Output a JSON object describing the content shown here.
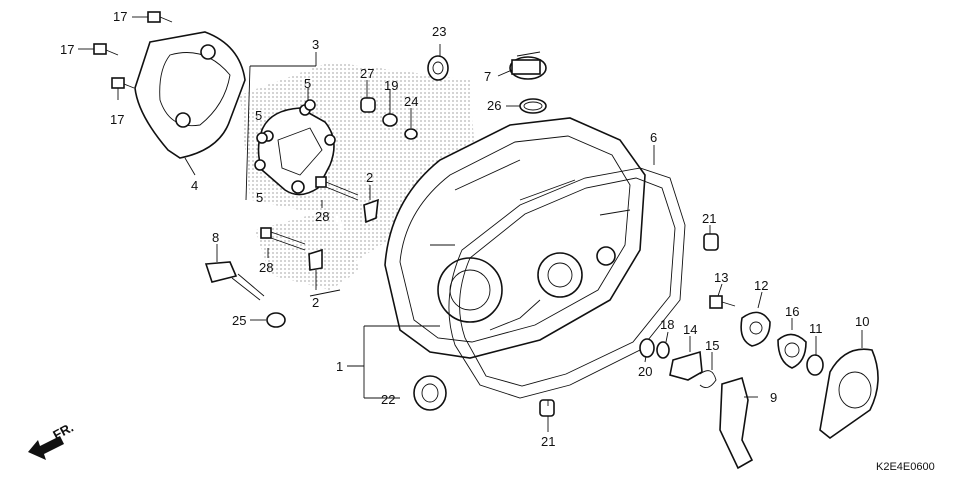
{
  "diagram": {
    "code": "K2E4E0600",
    "orientation_label": "FR.",
    "callouts": {
      "c1": "1",
      "c2a": "2",
      "c2b": "2",
      "c3": "3",
      "c4": "4",
      "c5a": "5",
      "c5b": "5",
      "c5c": "5",
      "c6": "6",
      "c7": "7",
      "c8": "8",
      "c9": "9",
      "c10": "10",
      "c11": "11",
      "c12": "12",
      "c13": "13",
      "c14": "14",
      "c15": "15",
      "c16": "16",
      "c17a": "17",
      "c17b": "17",
      "c17c": "17",
      "c18": "18",
      "c19": "19",
      "c20": "20",
      "c21a": "21",
      "c21b": "21",
      "c22": "22",
      "c23": "23",
      "c24": "24",
      "c25": "25",
      "c26": "26",
      "c27": "27",
      "c28a": "28",
      "c28b": "28"
    }
  }
}
